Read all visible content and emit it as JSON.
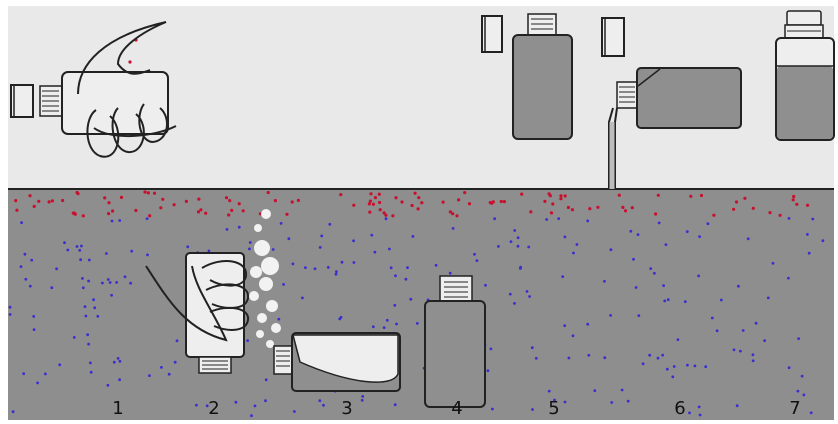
{
  "colors": {
    "background": "#ffffff",
    "sky": "#e9e9e9",
    "water": "#8e8e8e",
    "surface_line": "#222222",
    "outline": "#222222",
    "bottle_fill": "#8f8f8f",
    "bottle_light": "#eeeeee",
    "cap_fill": "#dddddd",
    "surface_particles": "#c8102e",
    "water_particles": "#3a2ecf",
    "bubbles": "#f2f2f2"
  },
  "icons": [
    "bottle-icon",
    "bottle-cap-icon",
    "hand-icon",
    "bubbles-icon",
    "tube-icon"
  ],
  "steps": [
    {
      "label": "1"
    },
    {
      "label": "2"
    },
    {
      "label": "3"
    },
    {
      "label": "4"
    },
    {
      "label": "5"
    },
    {
      "label": "6"
    },
    {
      "label": "7"
    }
  ]
}
